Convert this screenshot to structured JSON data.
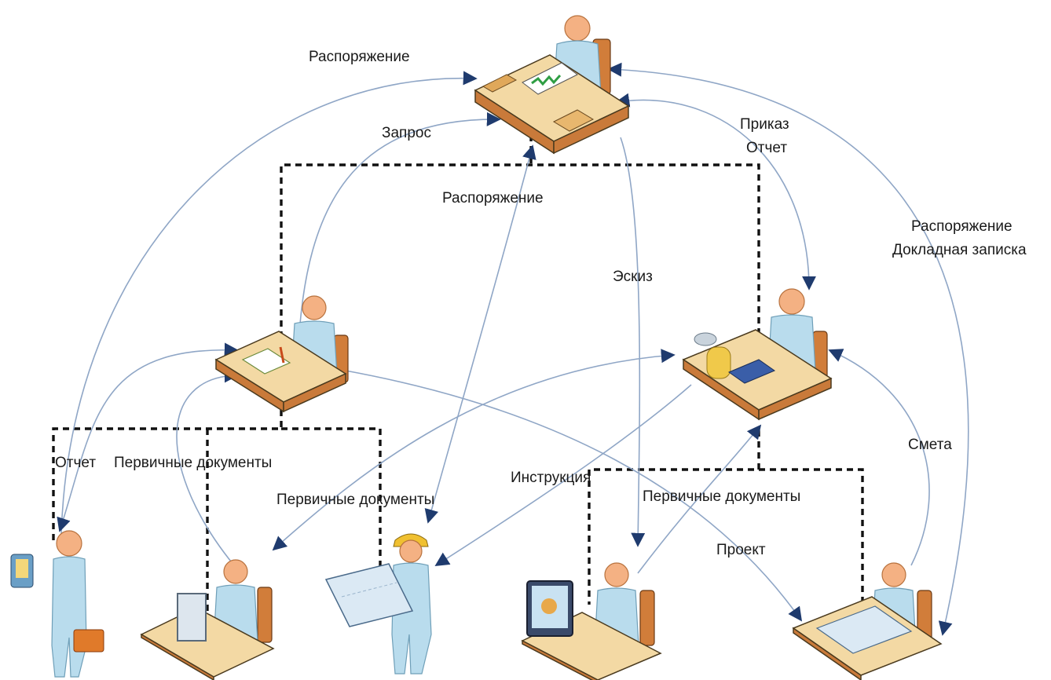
{
  "labels": {
    "top_order": "Распоряжение",
    "request": "Запрос",
    "center_order": "Распоряжение",
    "order_report_1": "Приказ",
    "order_report_2": "Отчет",
    "right_order_1": "Распоряжение",
    "right_order_2": "Докладная записка",
    "sketch": "Эскиз",
    "report": "Отчет",
    "primary_docs_left": "Первичные документы",
    "primary_docs_center": "Первичные документы",
    "instruction": "Инструкция",
    "primary_docs_right": "Первичные документы",
    "estimate": "Смета",
    "project": "Проект"
  },
  "roles": [
    {
      "icon": "manager-desk-icon"
    },
    {
      "icon": "clerk-desk-icon"
    },
    {
      "icon": "accountant-desk-icon"
    },
    {
      "icon": "salesman-icon"
    },
    {
      "icon": "operator-desk-icon"
    },
    {
      "icon": "builder-icon"
    },
    {
      "icon": "designer-desk-icon"
    },
    {
      "icon": "engineer-desk-icon"
    }
  ],
  "colors": {
    "flow_arrow": "#8fa6c6",
    "arrowhead": "#1f3b6e",
    "hierarchy_line": "#111111",
    "skin": "#f4b183",
    "clothing": "#b9dced",
    "desk": "#f3d9a4"
  }
}
